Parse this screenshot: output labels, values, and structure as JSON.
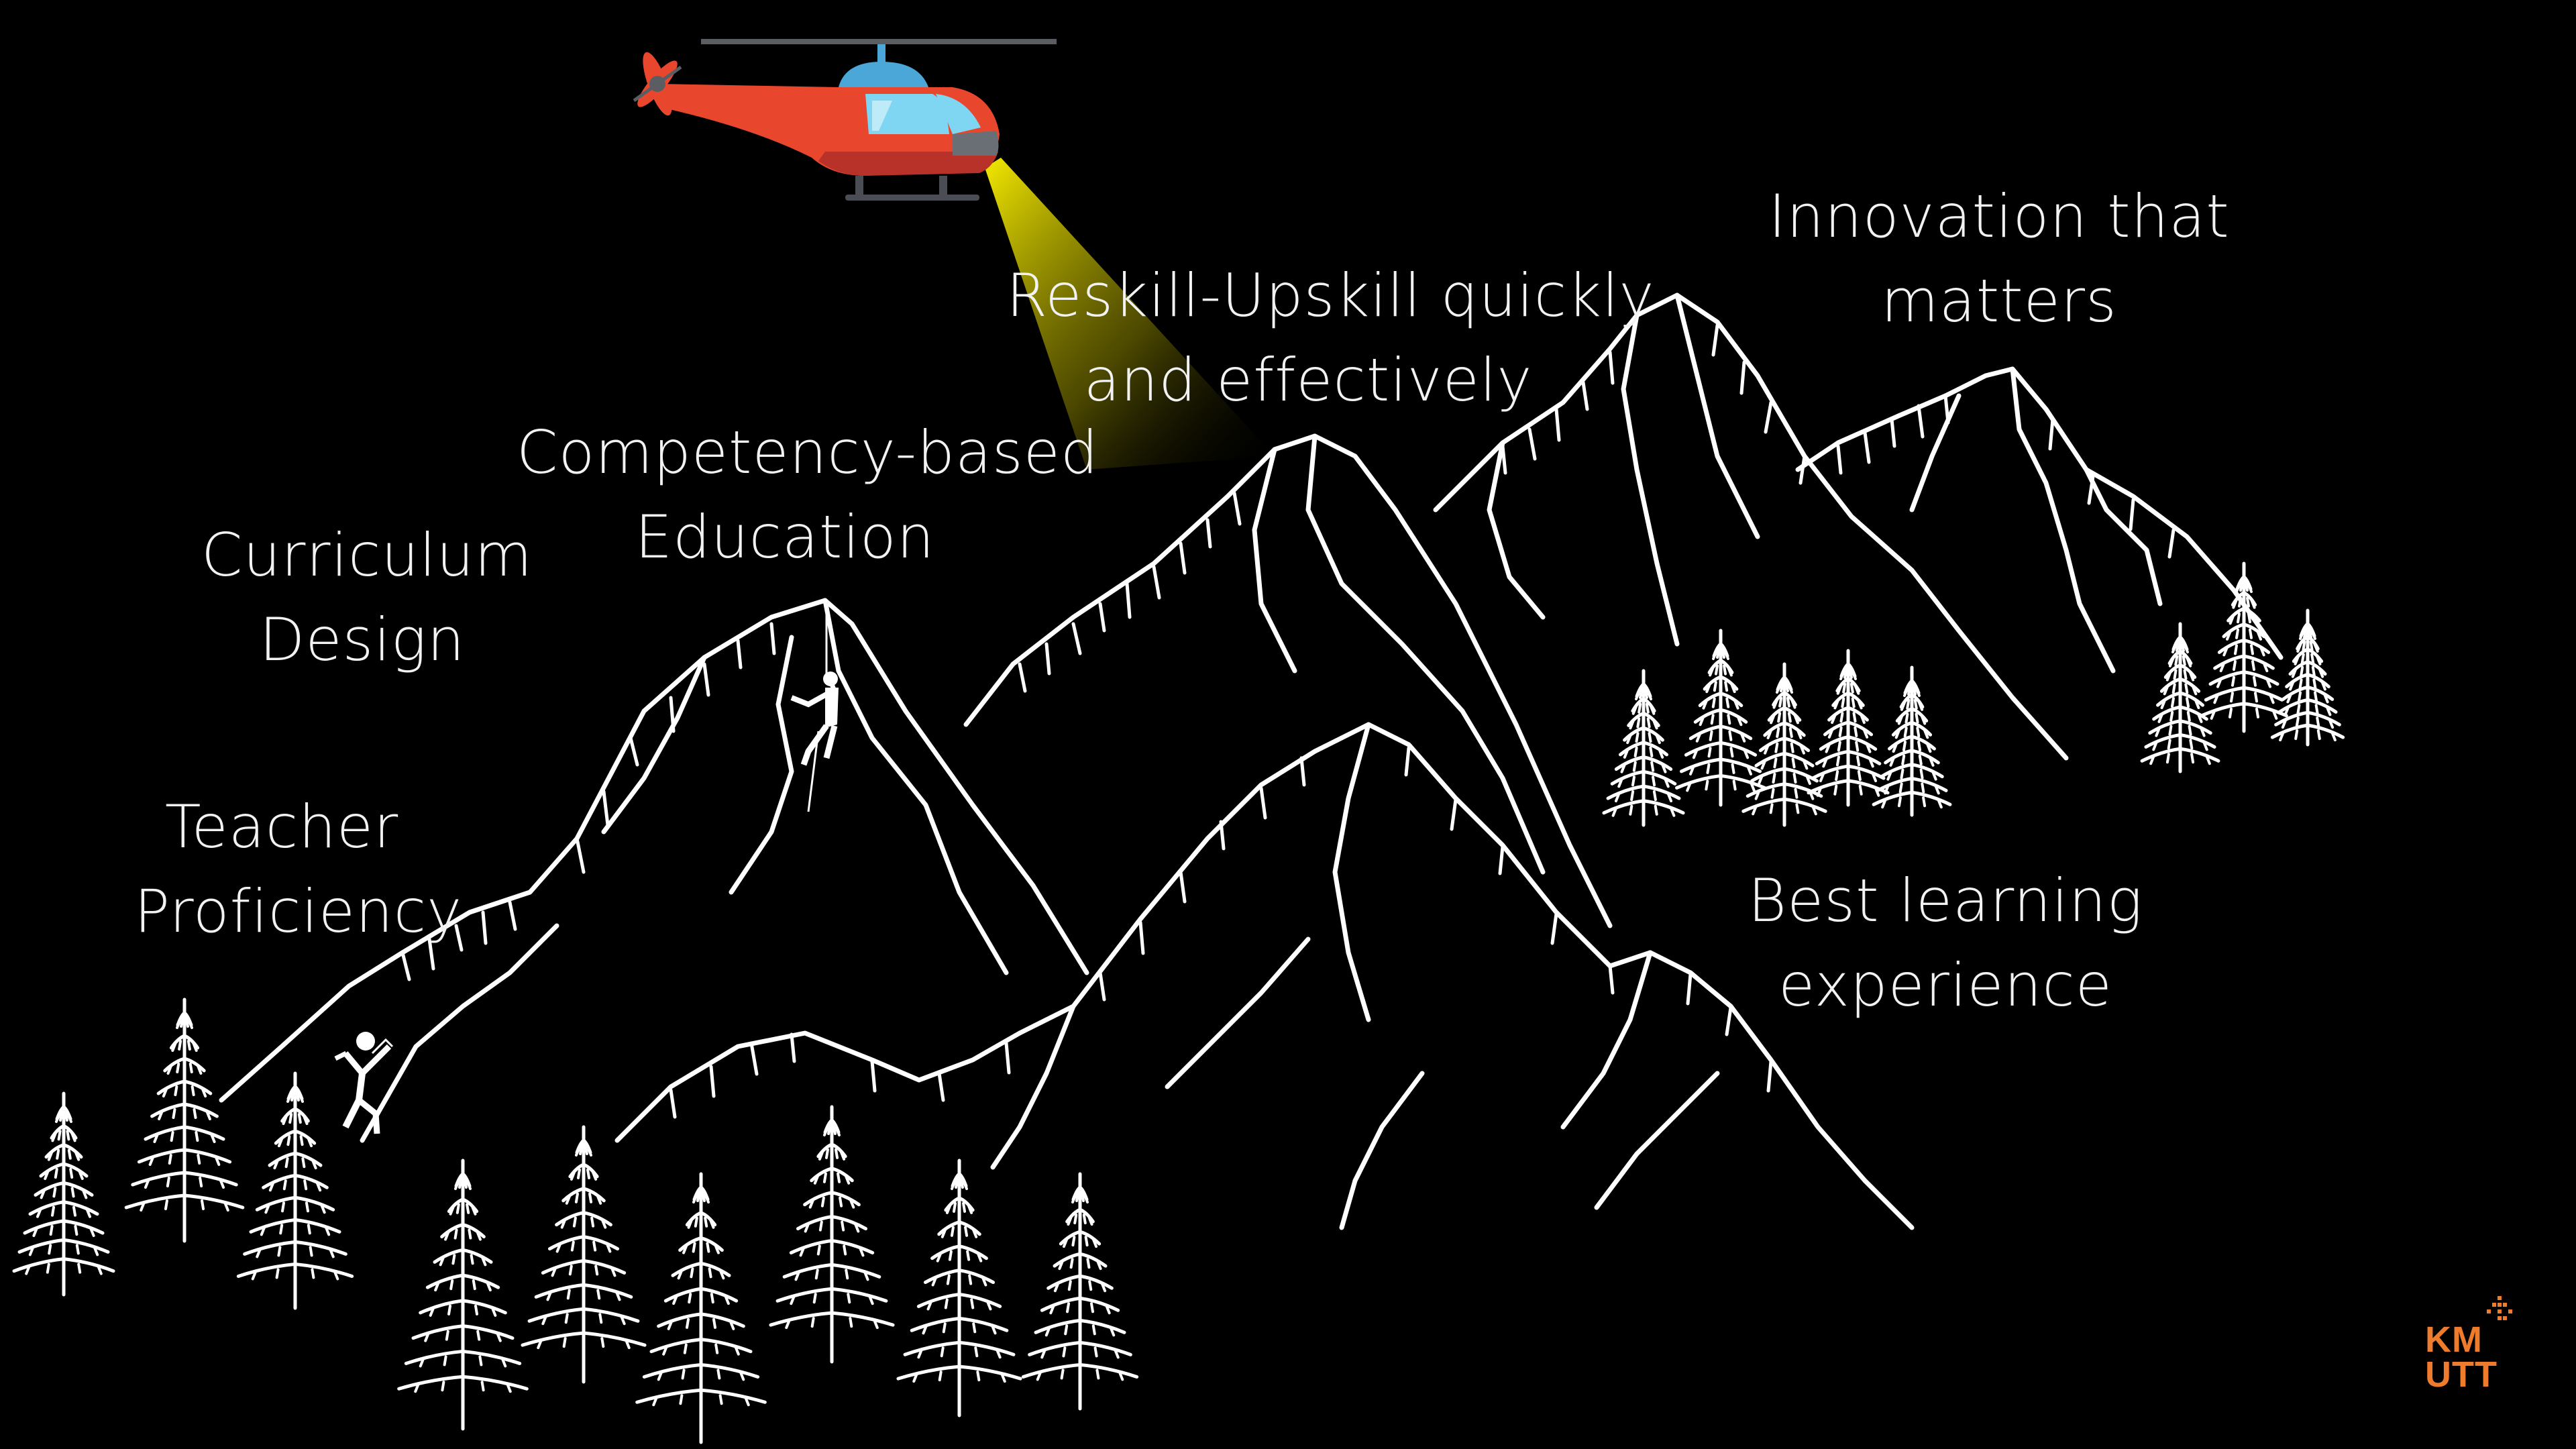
{
  "labels": {
    "teacher": [
      "Teacher",
      "Proficiency"
    ],
    "curriculum": [
      "Curriculum",
      "Design"
    ],
    "competency": [
      "Competency-based",
      "Education"
    ],
    "reskill": [
      "Reskill-Upskill quickly",
      "and effectively"
    ],
    "innovation": [
      "Innovation that",
      "matters"
    ],
    "experience": [
      "Best learning",
      "experience"
    ]
  },
  "logo": {
    "line1": "KM",
    "line2": "UTT"
  },
  "colors": {
    "background": "#000000",
    "line": "#ffffff",
    "helicopter_body": "#e8472e",
    "helicopter_window": "#7fd6f2",
    "searchlight": "#f2e600",
    "logo": "#ef7b2c"
  },
  "icons": [
    "helicopter-icon",
    "searchlight-beam",
    "climber-icon",
    "rappelling-climber-icon",
    "pine-tree-icon",
    "mountain-range"
  ]
}
